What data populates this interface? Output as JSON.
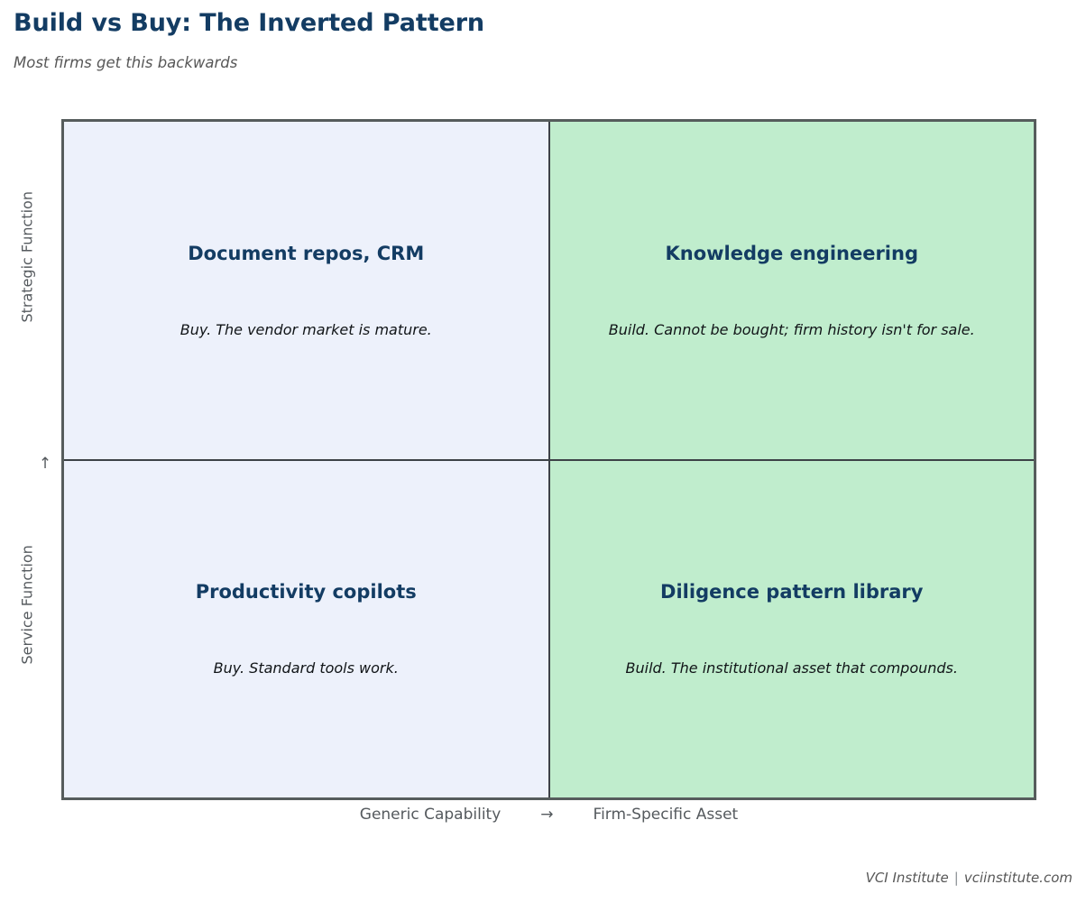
{
  "header": {
    "title": "Build vs Buy: The Inverted Pattern",
    "subtitle": "Most firms get this backwards"
  },
  "colors": {
    "title_navy": "#133c63",
    "buy_quadrant_fill": "#edf1fb",
    "build_quadrant_fill": "#c0edcd",
    "frame_border": "#565c5c",
    "divider": "#3d4247",
    "axis_text": "#555a5e"
  },
  "axes": {
    "y": {
      "top_label": "Strategic Function",
      "bottom_label": "Service Function",
      "arrow": "↑"
    },
    "x": {
      "left_label": "Generic Capability",
      "arrow": "→",
      "right_label": "Firm-Specific Asset"
    }
  },
  "chart_data": {
    "type": "table",
    "title": "Build vs Buy: The Inverted Pattern",
    "subtitle": "Most firms get this backwards",
    "xlabel": "Generic Capability → Firm-Specific Asset",
    "ylabel": "Service Function ↑ Strategic Function",
    "x_categories": [
      "Generic Capability",
      "Firm-Specific Asset"
    ],
    "y_categories": [
      "Service Function",
      "Strategic Function"
    ],
    "grid": false,
    "legend": "none",
    "quadrants": [
      {
        "id": "top-left",
        "x": "Generic Capability",
        "y": "Strategic Function",
        "title": "Document repos, CRM",
        "desc": "Buy. The vendor market is mature.",
        "decision": "Buy",
        "fill": "#edf1fb"
      },
      {
        "id": "top-right",
        "x": "Firm-Specific Asset",
        "y": "Strategic Function",
        "title": "Knowledge engineering",
        "desc": "Build. Cannot be bought; firm history isn't for sale.",
        "decision": "Build",
        "fill": "#c0edcd"
      },
      {
        "id": "bottom-left",
        "x": "Generic Capability",
        "y": "Service Function",
        "title": "Productivity copilots",
        "desc": "Buy. Standard tools work.",
        "decision": "Buy",
        "fill": "#edf1fb"
      },
      {
        "id": "bottom-right",
        "x": "Firm-Specific Asset",
        "y": "Service Function",
        "title": "Diligence pattern library",
        "desc": "Build. The institutional asset that compounds.",
        "decision": "Build",
        "fill": "#c0edcd"
      }
    ]
  },
  "footer": {
    "org": "VCI Institute",
    "separator": "|",
    "site": "vciinstitute.com"
  }
}
